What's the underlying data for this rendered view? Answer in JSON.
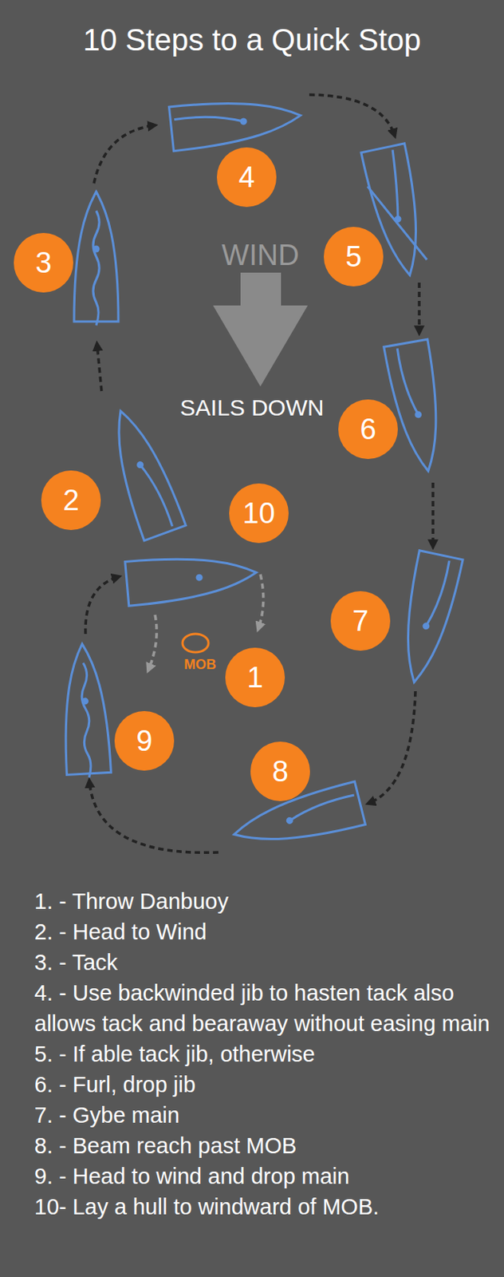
{
  "diagram": {
    "title": "10 Steps to a Quick Stop",
    "nodes": [
      {
        "text": [
          "1"
        ]
      },
      {
        "text": [
          "2"
        ]
      },
      {
        "text": [
          "3"
        ]
      },
      {
        "text": [
          "4"
        ]
      },
      {
        "text": [
          "5"
        ]
      },
      {
        "text": [
          "6"
        ]
      },
      {
        "text": [
          "7"
        ]
      },
      {
        "text": [
          "8"
        ]
      },
      {
        "text": [
          "9"
        ]
      },
      {
        "text": [
          "10"
        ]
      }
    ],
    "labels": [
      "WIND",
      "SAILS DOWN",
      "MOB",
      "1. - Throw Danbuoy",
      "2. - Head to Wind",
      "3. - Tack",
      "4. - Use backwinded jib to hasten tack also allows tack and bearaway without easing main",
      "5. - If able tack jib, otherwise",
      "6. - Furl, drop jib",
      "7. - Gybe main",
      "8. - Beam reach past MOB",
      "9. - Head to wind and drop main",
      "10- Lay a hull to windward of MOB."
    ]
  }
}
